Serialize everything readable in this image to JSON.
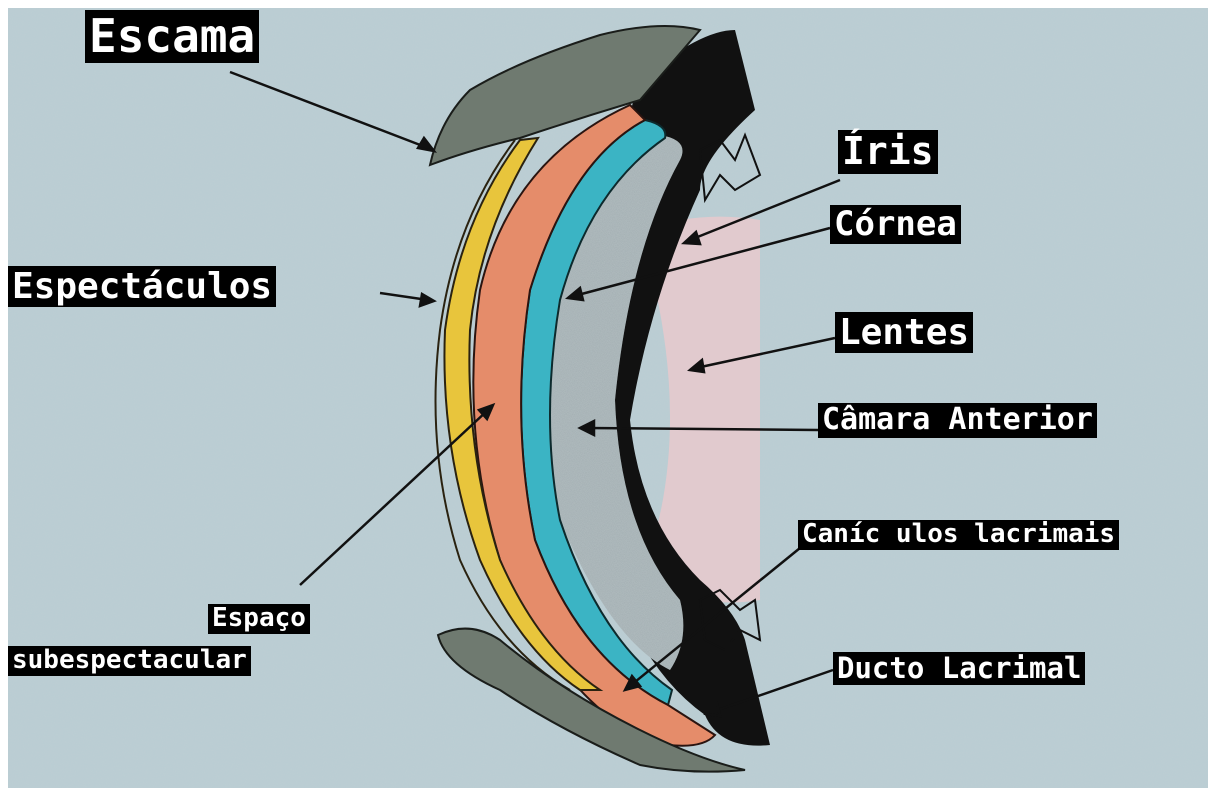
{
  "labels": {
    "escama": "Escama",
    "iris": "Íris",
    "cornea": "Córnea",
    "espectaculos": "Espectáculos",
    "lentes": "Lentes",
    "camara_anterior": "Câmara Anterior",
    "caniculos": "Caníc ulos lacrimais",
    "espaco_line1": "Espaço",
    "espaco_line2": "subespectacular",
    "ducto": "Ducto Lacrimal"
  },
  "colors": {
    "background": "#b9cdd3",
    "scale": "#6f7a70",
    "spectacle": "#e8c53c",
    "subspectacular": "#e58c6a",
    "cornea": "#3bb4c4",
    "anterior_chamber": "#b7c2c4",
    "iris": "#111111",
    "lens": "#e8c9cc",
    "label_bg": "#000000",
    "label_text": "#ffffff"
  }
}
